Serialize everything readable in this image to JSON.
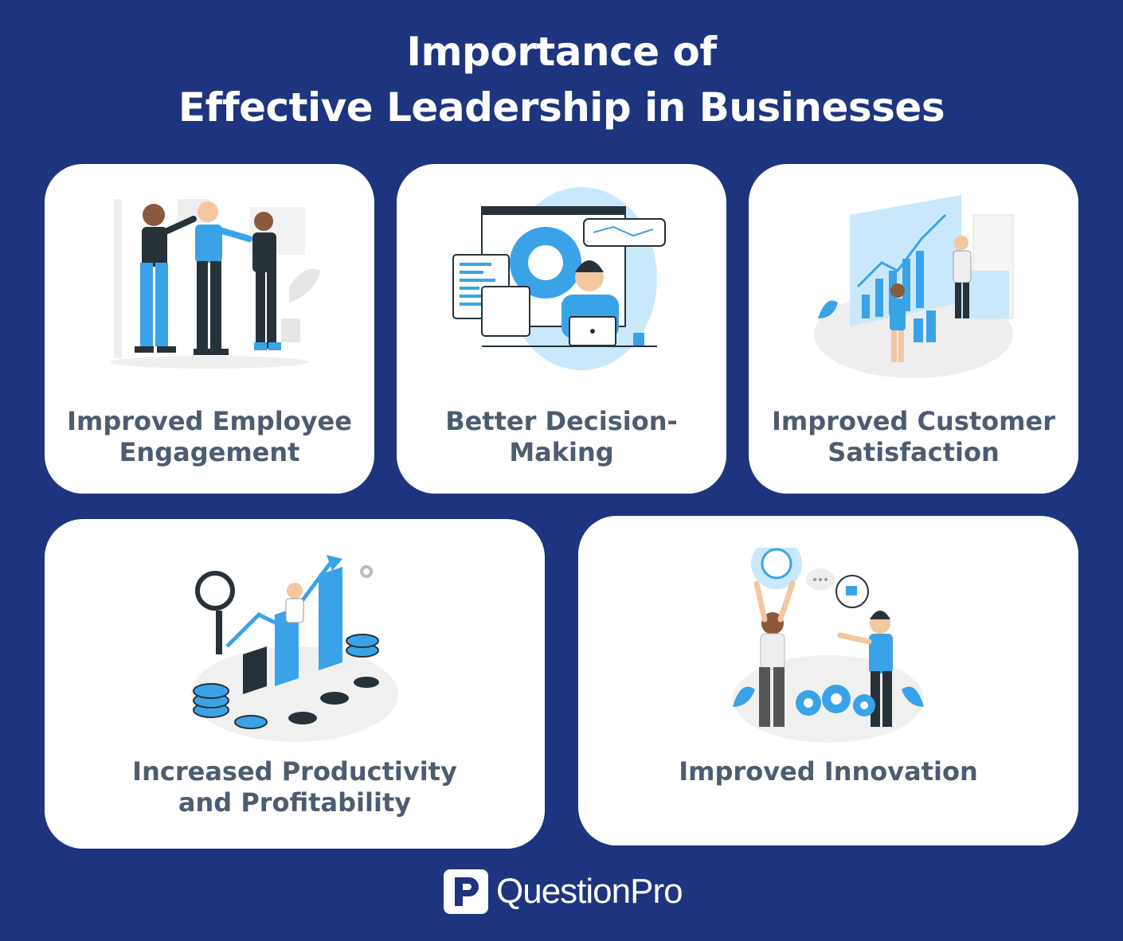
{
  "title": {
    "line1": "Importance of",
    "line2": "Effective Leadership in Businesses"
  },
  "cards": [
    {
      "line1": "Improved Employee",
      "line2": "Engagement",
      "icon": "team-high-five-illustration"
    },
    {
      "line1": "Better Decision-",
      "line2": "Making",
      "icon": "decision-making-illustration"
    },
    {
      "line1": "Improved Customer",
      "line2": "Satisfaction",
      "icon": "customer-satisfaction-illustration"
    },
    {
      "line1": "Increased Productivity",
      "line2": "and Profitability",
      "icon": "profit-growth-illustration"
    },
    {
      "line1": "Improved Innovation",
      "line2": "",
      "icon": "innovation-lightbulb-illustration"
    }
  ],
  "brand": {
    "name": "QuestionPro"
  },
  "colors": {
    "background": "#1e347e",
    "card": "#ffffff",
    "label": "#4d5c70",
    "accent": "#3aa3e8"
  }
}
